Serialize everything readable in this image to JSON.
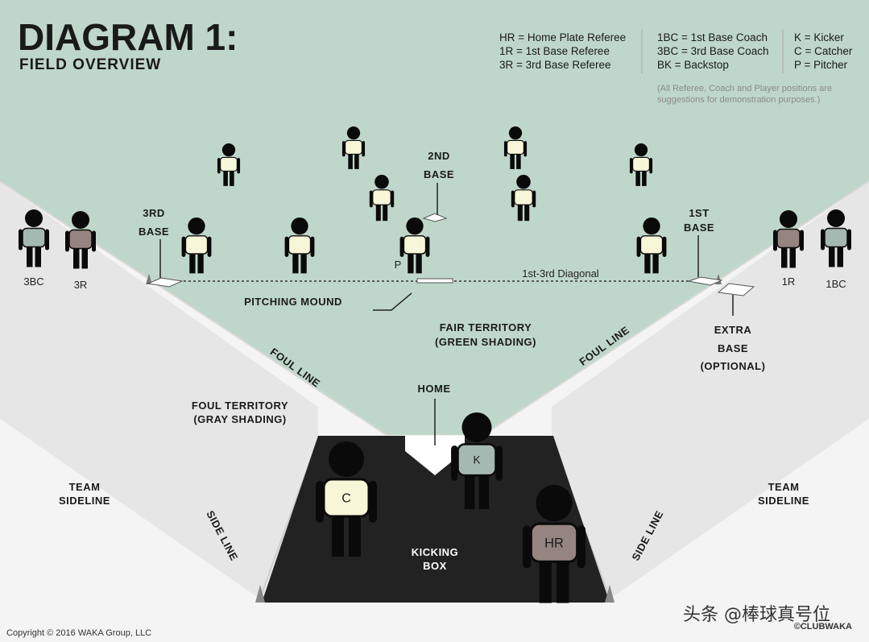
{
  "title": {
    "main": "DIAGRAM 1:",
    "sub": "FIELD OVERVIEW"
  },
  "legend": {
    "col1": [
      "HR = Home Plate Referee",
      "1R = 1st Base Referee",
      "3R = 3rd Base Referee"
    ],
    "col2": [
      "1BC = 1st Base Coach",
      "3BC = 3rd Base Coach",
      "BK = Backstop"
    ],
    "col3": [
      "K = Kicker",
      "C = Catcher",
      "P = Pitcher"
    ],
    "note": [
      "(All Referee, Coach and Player positions are",
      "suggestions for demonstration purposes.)"
    ]
  },
  "labels": {
    "second_base": [
      "2ND",
      "BASE"
    ],
    "third_base": [
      "3RD",
      "BASE"
    ],
    "first_base": [
      "1ST",
      "BASE"
    ],
    "diagonal": "1st-3rd Diagonal",
    "pitching_mound": "PITCHING MOUND",
    "fair_territory": [
      "FAIR TERRITORY",
      "(GREEN SHADING)"
    ],
    "foul_line_left": "FOUL LINE",
    "foul_line_right": "FOUL LINE",
    "extra_base": [
      "EXTRA",
      "BASE",
      "(OPTIONAL)"
    ],
    "home": "HOME",
    "foul_territory": [
      "FOUL TERRITORY",
      "(GRAY SHADING)"
    ],
    "team_sideline_left": [
      "TEAM",
      "SIDELINE"
    ],
    "team_sideline_right": [
      "TEAM",
      "SIDELINE"
    ],
    "side_line_left": "SIDE LINE",
    "side_line_right": "SIDE LINE",
    "kicking_box": [
      "KICKING",
      "BOX"
    ]
  },
  "people": {
    "p3bc": "3BC",
    "p3r": "3R",
    "p1r": "1R",
    "p1bc": "1BC",
    "pitcher": "P",
    "kicker": "K",
    "catcher": "C",
    "home_ref": "HR"
  },
  "footer": {
    "copyright": "Copyright © 2016 WAKA Group, LLC",
    "watermark": "头条 @棒球真号位",
    "brand": "©CLUBWAKA"
  },
  "colors": {
    "fair": "#bfd7ca",
    "foul": "#e8e8e8",
    "outer_foul": "#f3f3f3",
    "kicking_box": "#222222",
    "shirt_fielder": "#f8f6d8",
    "shirt_coach": "#a4b9b1",
    "shirt_ref": "#968480"
  }
}
